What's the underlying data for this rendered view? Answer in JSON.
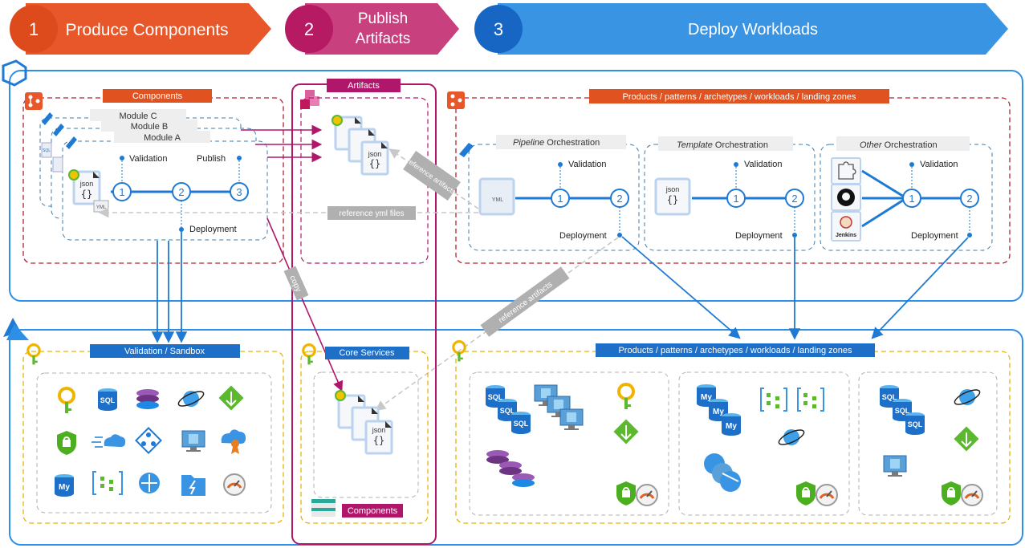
{
  "steps": [
    {
      "number": "1",
      "label": "Produce Components",
      "color": "#e8572a"
    },
    {
      "number": "2",
      "label_line1": "Publish",
      "label_line2": "Artifacts",
      "color": "#c2185b"
    },
    {
      "number": "3",
      "label": "Deploy Workloads",
      "color": "#1e7ad4"
    }
  ],
  "devops": {
    "components_title": "Components",
    "modules": [
      "Module C",
      "Module B",
      "Module A"
    ],
    "validation": "Validation",
    "publish": "Publish",
    "deployment": "Deployment",
    "nodes": [
      "1",
      "2",
      "3"
    ],
    "file_json": "json",
    "file_braces": "{}",
    "file_yml": "YML",
    "reference_yml": "reference yml files",
    "reference_artifacts": "reference artifacts",
    "artifacts_title": "Artifacts",
    "products_title": "Products / patterns / archetypes / workloads / landing zones",
    "pipeline_italic": "Pipeline",
    "template_italic": "Template",
    "other_italic": "Other",
    "orchestration": "Orchestration",
    "jenkins": "Jenkins"
  },
  "azure": {
    "validation_sandbox": "Validation / Sandbox",
    "core_services": "Core Services",
    "components": "Components",
    "products_title": "Products / patterns / archetypes / workloads / landing zones",
    "copy": "copy",
    "reference_artifacts": "reference artifacts",
    "sql": "SQL",
    "my": "My"
  },
  "colors": {
    "orange": "#e8572a",
    "magenta": "#c2185b",
    "blue": "#1e7ad4",
    "outer_blue": "#2d8fe6",
    "dark_red": "#b22234",
    "gold": "#e8b400"
  }
}
